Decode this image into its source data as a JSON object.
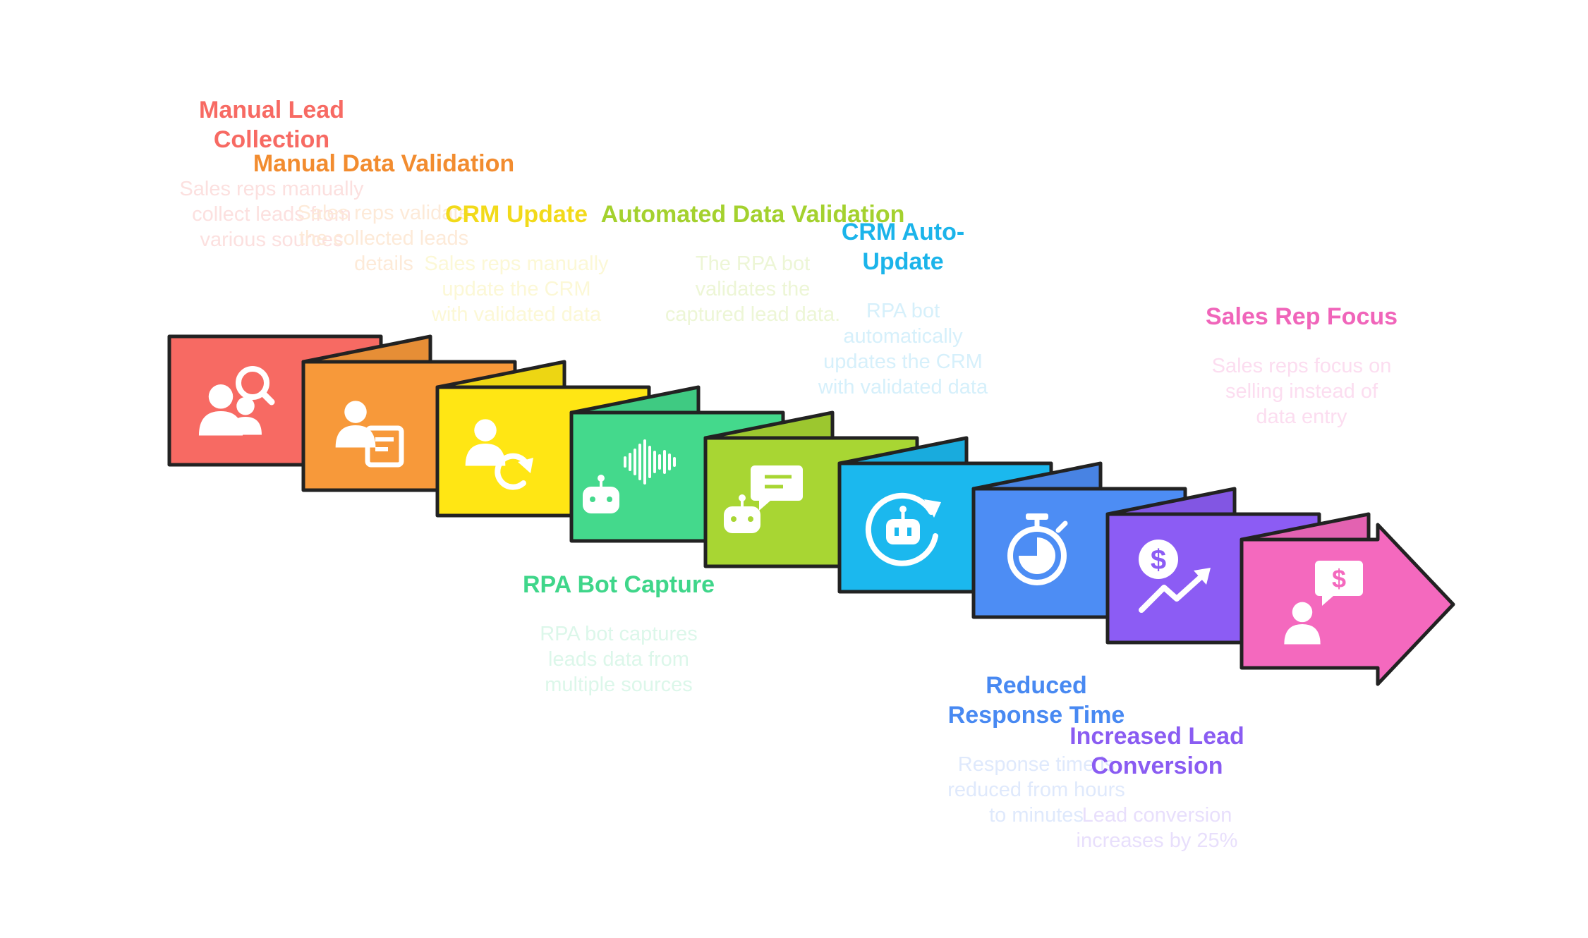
{
  "steps": [
    {
      "id": "manual-lead-collection",
      "title": [
        "Manual Lead",
        "Collection"
      ],
      "description": [
        "Sales reps manually",
        "collect leads from",
        "various sources"
      ],
      "color": "#F76A63",
      "text_color": "#F76A63",
      "desc_color": "#FCE0DF",
      "icon": "user-search-icon"
    },
    {
      "id": "manual-data-validation",
      "title": [
        "Manual Data Validation"
      ],
      "description": [
        "Sales reps validate",
        "the collected leads",
        "details"
      ],
      "color": "#F7993A",
      "text_color": "#F28C2F",
      "desc_color": "#FDEAD8",
      "icon": "user-form-icon"
    },
    {
      "id": "crm-update",
      "title": [
        "CRM Update"
      ],
      "description": [
        "Sales reps manually",
        "update the CRM",
        "with validated data"
      ],
      "color": "#FFE614",
      "text_color": "#F2DA1A",
      "desc_color": "#FCF8D6",
      "icon": "user-refresh-icon"
    },
    {
      "id": "rpa-bot-capture",
      "title": [
        "RPA Bot Capture"
      ],
      "description": [
        "RPA bot captures",
        "leads data from",
        "multiple sources"
      ],
      "color": "#44D98C",
      "text_color": "#3FD68A",
      "desc_color": "#DCF7EA",
      "icon": "bot-audio-icon"
    },
    {
      "id": "automated-data-validation",
      "title": [
        "Automated Data Validation"
      ],
      "description": [
        "The RPA bot",
        "validates the",
        "captured lead data."
      ],
      "color": "#A8D633",
      "text_color": "#A4D12E",
      "desc_color": "#EDF6D6",
      "icon": "bot-chat-icon"
    },
    {
      "id": "crm-auto-update",
      "title": [
        "CRM Auto-",
        "Update"
      ],
      "description": [
        "RPA bot",
        "automatically",
        "updates the CRM",
        "with validated data"
      ],
      "color": "#1BB8EE",
      "text_color": "#1BB4EA",
      "desc_color": "#D6F0FB",
      "icon": "bot-cycle-icon"
    },
    {
      "id": "reduced-response-time",
      "title": [
        "Reduced",
        "Response Time"
      ],
      "description": [
        "Response time is",
        "reduced from hours",
        "to minutes"
      ],
      "color": "#4D8DF4",
      "text_color": "#4889F2",
      "desc_color": "#DFE9FC",
      "icon": "stopwatch-icon"
    },
    {
      "id": "increased-lead-conversion",
      "title": [
        "Increased Lead",
        "Conversion"
      ],
      "description": [
        "Lead conversion",
        "increases by 25%"
      ],
      "color": "#8C5CF4",
      "text_color": "#8A5CF2",
      "desc_color": "#E8DFFC",
      "icon": "dollar-growth-icon"
    },
    {
      "id": "sales-rep-focus",
      "title": [
        "Sales Rep Focus"
      ],
      "description": [
        "Sales reps focus on",
        "selling instead of",
        "data entry"
      ],
      "color": "#F469BE",
      "text_color": "#F065BA",
      "desc_color": "#FCDDF0",
      "icon": "user-dollar-chat-icon"
    }
  ]
}
